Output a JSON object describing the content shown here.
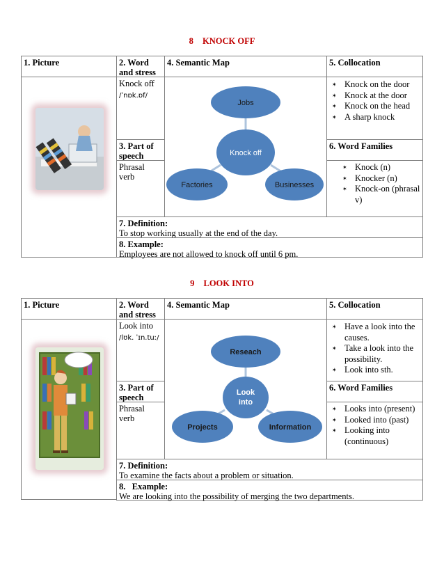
{
  "colors": {
    "title": "#c00000",
    "bubble": "#4f81bd",
    "bubble_text": "#1a1a1a"
  },
  "headers": {
    "picture": "1. Picture",
    "word": "2. Word and stress",
    "part_of_speech": "3. Part of speech",
    "semantic_map": "4. Semantic Map",
    "collocation": "5. Collocation",
    "word_families": "6. Word Families",
    "definition": "7. Definition:",
    "example": "8. Example:",
    "example_spaced": "8.   Example:"
  },
  "entries": [
    {
      "number": "8",
      "title": "KNOCK OFF",
      "word": "Knock off",
      "stress": "/ˈnɒk.ɒf/",
      "part_of_speech": "Phrasal verb",
      "semantic_map": {
        "center": "Knock off",
        "nodes": [
          "Jobs",
          "Factories",
          "Businesses"
        ]
      },
      "collocations": [
        "Knock on the door",
        "Knock at the door",
        "Knock on the head",
        "A sharp knock"
      ],
      "word_families": [
        "Knock (n)",
        "Knocker (n)",
        "Knock-on (phrasal v)"
      ],
      "definition": "To stop working usually at the end of the day.",
      "example": "Employees are not allowed to knock off until 6 pm."
    },
    {
      "number": "9",
      "title": "LOOK INTO",
      "word": "Look into",
      "stress": "/lʊk. ˈɪn.tuː/",
      "part_of_speech": "Phrasal verb",
      "semantic_map": {
        "center": "Look into",
        "nodes": [
          "Reseach",
          "Projects",
          "Information"
        ]
      },
      "collocations": [
        "Have a look into the causes.",
        "Take a look into the possibility.",
        "Look into sth."
      ],
      "word_families": [
        "Looks into (present)",
        "Looked into (past)",
        "Looking into (continuous)"
      ],
      "definition": "To examine the facts about a problem or situation.",
      "example": "We are looking into the possibility of merging the two departments."
    }
  ]
}
